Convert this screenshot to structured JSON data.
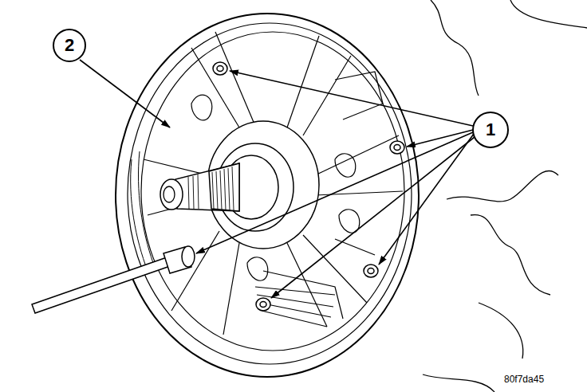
{
  "diagram": {
    "nodes": [
      {
        "text": [
          "2"
        ]
      },
      {
        "text": [
          "1"
        ]
      }
    ],
    "labels": [
      "80f7da45"
    ]
  }
}
